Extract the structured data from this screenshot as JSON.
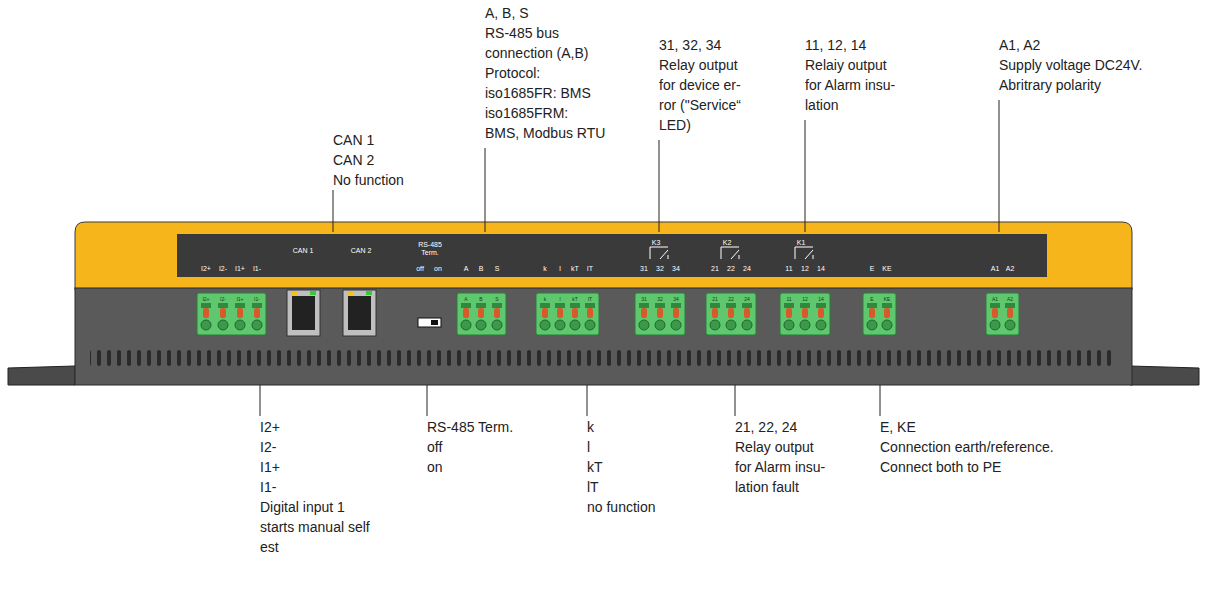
{
  "diagram": {
    "labels": [
      "CAN 1",
      "CAN 2",
      "No function",
      "A, B, S",
      "RS-485 bus",
      "connection (A,B)",
      "Protocol:",
      "iso1685FR: BMS",
      "iso1685FRM:",
      "BMS, Modbus RTU",
      "31, 32, 34",
      "Relay output",
      "for device er-",
      "ror (\"Service“",
      "LED)",
      "11, 12, 14",
      "Relaiy output",
      "for Alarm insu-",
      "lation",
      "A1, A2",
      "Supply voltage DC24V.",
      "Abritrary polarity",
      "I2+",
      "I2-",
      "I1+",
      "I1-",
      "Digital input 1",
      "starts manual self",
      "est",
      "RS-485 Term.",
      "off",
      "on",
      "k",
      "l",
      "kT",
      "lT",
      "no function",
      "21, 22, 24",
      "Relay output",
      "for Alarm insu-",
      "lation fault",
      "E, KE",
      "Connection earth/reference.",
      "Connect both to PE",
      "I2+",
      "I2-",
      "I1+",
      "I1-",
      "CAN 1",
      "CAN 2",
      "RS-485",
      "Term.",
      "off",
      "on",
      "A",
      "B",
      "S",
      "k",
      "l",
      "kT",
      "lT",
      "K3",
      "31",
      "32",
      "34",
      "K2",
      "21",
      "22",
      "24",
      "K1",
      "11",
      "12",
      "14",
      "E",
      "KE",
      "A1",
      "A2",
      "I2+",
      "I2-",
      "I1+",
      "I1-",
      "A",
      "B",
      "S",
      "k",
      "l",
      "kT",
      "lT",
      "31",
      "32",
      "34",
      "21",
      "22",
      "24",
      "11",
      "12",
      "14",
      "E",
      "KE",
      "A1",
      "A2"
    ]
  }
}
